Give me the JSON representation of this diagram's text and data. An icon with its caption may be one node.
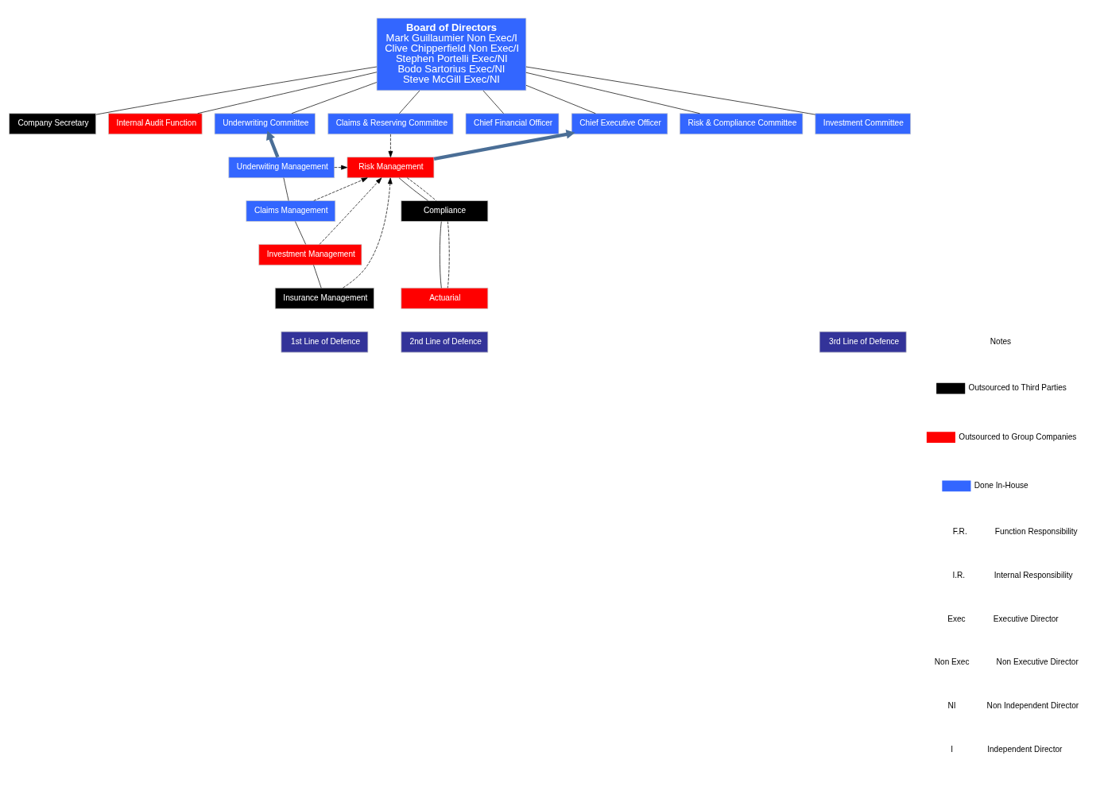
{
  "diagram": {
    "nodes": [
      {
        "text": [
          "Board of Directors",
          "Mark Guillaumier Non Exec/I",
          "Clive Chipperfield Non Exec/I",
          "Stephen Portelli Exec/NI",
          "Bodo Sartorius Exec/NI",
          "Steve McGill Exec/NI"
        ]
      },
      {
        "text": [
          "Company Secretary"
        ]
      },
      {
        "text": [
          "Internal Audit Function"
        ]
      },
      {
        "text": [
          "Underwriting Committee"
        ]
      },
      {
        "text": [
          "Claims & Reserving Committee"
        ]
      },
      {
        "text": [
          "Chief Financial Officer"
        ]
      },
      {
        "text": [
          "Chief Executive Officer"
        ]
      },
      {
        "text": [
          "Risk & Compliance Committee"
        ]
      },
      {
        "text": [
          "Investment Committee"
        ]
      },
      {
        "text": [
          "Underwiting Management"
        ]
      },
      {
        "text": [
          "Claims Management"
        ]
      },
      {
        "text": [
          "Investment Management"
        ]
      },
      {
        "text": [
          "Insurance Management"
        ]
      },
      {
        "text": [
          "Risk Management"
        ]
      },
      {
        "text": [
          "Compliance"
        ]
      },
      {
        "text": [
          "Actuarial"
        ]
      },
      {
        "text": [
          "1st Line of Defence"
        ]
      },
      {
        "text": [
          "2nd Line of Defence"
        ]
      },
      {
        "text": [
          "3rd Line of Defence"
        ]
      }
    ],
    "edges": [
      {
        "from": 0,
        "to": 3,
        "arrow": "none"
      },
      {
        "from": 0,
        "to": 4,
        "arrow": "none"
      },
      {
        "from": 0,
        "to": 5,
        "arrow": "none"
      },
      {
        "from": 0,
        "to": 6,
        "arrow": "none"
      },
      {
        "from": 0,
        "to": 7,
        "arrow": "none"
      },
      {
        "from": 0,
        "to": 8,
        "arrow": "none"
      },
      {
        "from": 0,
        "to": 1,
        "arrow": "none"
      },
      {
        "from": 0,
        "to": 2,
        "arrow": "none"
      },
      {
        "from": 9,
        "to": 3,
        "arrow": "to",
        "style": "thick",
        "color": "#4a6e96"
      },
      {
        "from": 9,
        "to": 10,
        "arrow": "none"
      },
      {
        "from": 10,
        "to": 11,
        "arrow": "none"
      },
      {
        "from": 11,
        "to": 12,
        "arrow": "none"
      },
      {
        "from": 4,
        "to": 13,
        "arrow": "to",
        "style": "dashed"
      },
      {
        "from": 9,
        "to": 13,
        "arrow": "to",
        "style": "dashed"
      },
      {
        "from": 10,
        "to": 13,
        "arrow": "to",
        "style": "dashed"
      },
      {
        "from": 11,
        "to": 13,
        "arrow": "to",
        "style": "dashed"
      },
      {
        "from": 12,
        "to": 13,
        "arrow": "to",
        "style": "dashed"
      },
      {
        "from": 13,
        "to": 6,
        "arrow": "to",
        "style": "thick",
        "color": "#4a6e96"
      },
      {
        "from": 13,
        "to": 14,
        "arrow": "none"
      },
      {
        "from": 14,
        "to": 15,
        "arrow": "none"
      },
      {
        "from": 13,
        "to": 14,
        "arrow": "none",
        "style": "dashed"
      },
      {
        "from": 14,
        "to": 15,
        "arrow": "none",
        "style": "dashed"
      }
    ],
    "labels": [
      "Notes",
      "F.R.",
      "Function Responsibility",
      "I.R.",
      "Internal Responsibility",
      "Exec",
      "Executive Director",
      "Non Exec",
      "Non Executive Director",
      "NI",
      "Non Independent Director",
      "I",
      "Independent Director"
    ],
    "legend": [
      {
        "text": "Outsourced to Third Parties",
        "color": "#000000"
      },
      {
        "text": "Outsourced to Group Companies",
        "color": "#ff0000"
      },
      {
        "text": "Done In-House",
        "color": "#3366ff"
      }
    ]
  }
}
